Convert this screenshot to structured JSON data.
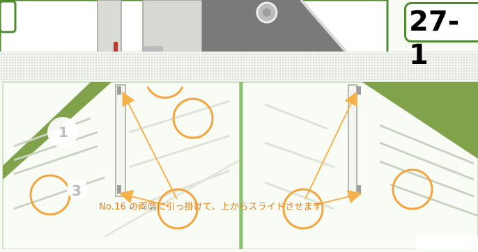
{
  "step_label": "27-1",
  "instruction": "No.16 の両端に引っ掛けて、上からスライドさせます",
  "markers": [
    "1",
    "3"
  ],
  "colors": {
    "green_frame": "#4f8a32",
    "highlight_orange": "#f5a33c",
    "arrow_orange": "#f5b14a",
    "caption_orange": "#e07f1f",
    "panel_gray": "#7a7a7a",
    "dotted_band": "#cfd6cb"
  }
}
